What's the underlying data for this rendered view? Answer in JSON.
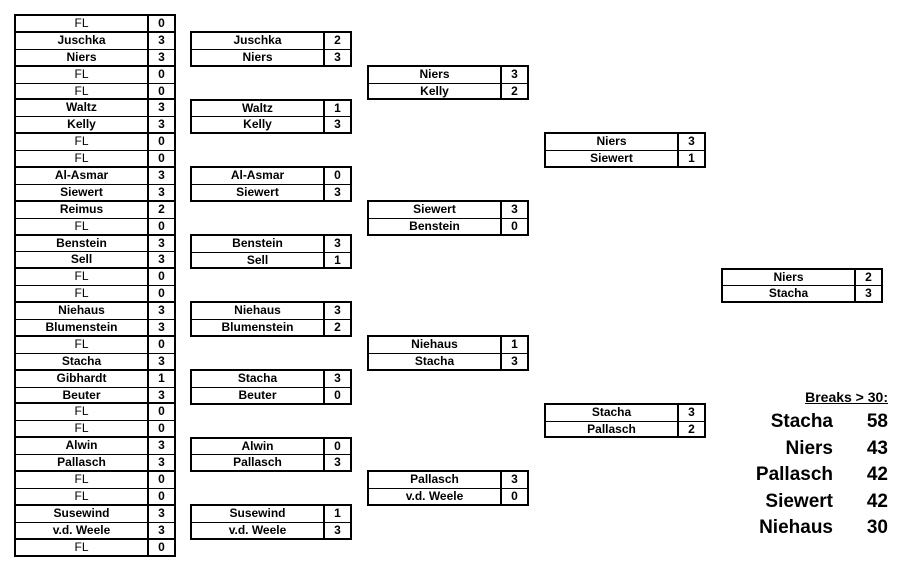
{
  "rounds": [
    {
      "name": "round-1",
      "matches": [
        [
          [
            "FL",
            "0"
          ]
        ],
        [
          [
            "Juschka",
            "3"
          ],
          [
            "Niers",
            "3"
          ]
        ],
        [
          [
            "FL",
            "0"
          ],
          [
            "FL",
            "0"
          ]
        ],
        [
          [
            "Waltz",
            "3"
          ],
          [
            "Kelly",
            "3"
          ]
        ],
        [
          [
            "FL",
            "0"
          ],
          [
            "FL",
            "0"
          ]
        ],
        [
          [
            "Al-Asmar",
            "3"
          ],
          [
            "Siewert",
            "3"
          ]
        ],
        [
          [
            "Reimus",
            "2"
          ],
          [
            "FL",
            "0"
          ]
        ],
        [
          [
            "Benstein",
            "3"
          ],
          [
            "Sell",
            "3"
          ]
        ],
        [
          [
            "FL",
            "0"
          ],
          [
            "FL",
            "0"
          ]
        ],
        [
          [
            "Niehaus",
            "3"
          ],
          [
            "Blumenstein",
            "3"
          ]
        ],
        [
          [
            "FL",
            "0"
          ],
          [
            "Stacha",
            "3"
          ]
        ],
        [
          [
            "Gibhardt",
            "1"
          ],
          [
            "Beuter",
            "3"
          ]
        ],
        [
          [
            "FL",
            "0"
          ],
          [
            "FL",
            "0"
          ]
        ],
        [
          [
            "Alwin",
            "3"
          ],
          [
            "Pallasch",
            "3"
          ]
        ],
        [
          [
            "FL",
            "0"
          ],
          [
            "FL",
            "0"
          ]
        ],
        [
          [
            "Susewind",
            "3"
          ],
          [
            "v.d. Weele",
            "3"
          ]
        ],
        [
          [
            "FL",
            "0"
          ]
        ]
      ]
    },
    {
      "name": "round-2",
      "matches": [
        [
          [
            "Juschka",
            "2"
          ],
          [
            "Niers",
            "3"
          ]
        ],
        [
          [
            "Waltz",
            "1"
          ],
          [
            "Kelly",
            "3"
          ]
        ],
        [
          [
            "Al-Asmar",
            "0"
          ],
          [
            "Siewert",
            "3"
          ]
        ],
        [
          [
            "Benstein",
            "3"
          ],
          [
            "Sell",
            "1"
          ]
        ],
        [
          [
            "Niehaus",
            "3"
          ],
          [
            "Blumenstein",
            "2"
          ]
        ],
        [
          [
            "Stacha",
            "3"
          ],
          [
            "Beuter",
            "0"
          ]
        ],
        [
          [
            "Alwin",
            "0"
          ],
          [
            "Pallasch",
            "3"
          ]
        ],
        [
          [
            "Susewind",
            "1"
          ],
          [
            "v.d. Weele",
            "3"
          ]
        ]
      ]
    },
    {
      "name": "round-3",
      "matches": [
        [
          [
            "Niers",
            "3"
          ],
          [
            "Kelly",
            "2"
          ]
        ],
        [
          [
            "Siewert",
            "3"
          ],
          [
            "Benstein",
            "0"
          ]
        ],
        [
          [
            "Niehaus",
            "1"
          ],
          [
            "Stacha",
            "3"
          ]
        ],
        [
          [
            "Pallasch",
            "3"
          ],
          [
            "v.d. Weele",
            "0"
          ]
        ]
      ]
    },
    {
      "name": "round-4",
      "matches": [
        [
          [
            "Niers",
            "3"
          ],
          [
            "Siewert",
            "1"
          ]
        ],
        [
          [
            "Stacha",
            "3"
          ],
          [
            "Pallasch",
            "2"
          ]
        ]
      ]
    },
    {
      "name": "final",
      "matches": [
        [
          [
            "Niers",
            "2"
          ],
          [
            "Stacha",
            "3"
          ]
        ]
      ]
    }
  ],
  "breaks": {
    "title": "Breaks > 30:",
    "entries": [
      {
        "name": "Stacha",
        "score": "58"
      },
      {
        "name": "Niers",
        "score": "43"
      },
      {
        "name": "Pallasch",
        "score": "42"
      },
      {
        "name": "Siewert",
        "score": "42"
      },
      {
        "name": "Niehaus",
        "score": "30"
      }
    ]
  }
}
